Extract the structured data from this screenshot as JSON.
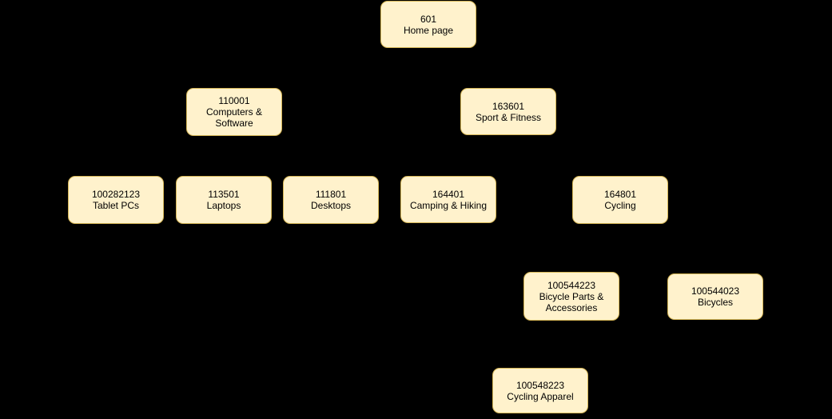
{
  "diagram": {
    "colors": {
      "background": "#000000",
      "node_fill": "#FFF2CC",
      "node_border": "#D6B656",
      "node_text": "#000000",
      "connector": "#000000"
    },
    "nodes": [
      {
        "code": "601",
        "label": "Home page"
      },
      {
        "code": "110001",
        "label": "Computers & Software"
      },
      {
        "code": "163601",
        "label": "Sport & Fitness"
      },
      {
        "code": "100282123",
        "label": "Tablet PCs"
      },
      {
        "code": "113501",
        "label": "Laptops"
      },
      {
        "code": "111801",
        "label": "Desktops"
      },
      {
        "code": "164401",
        "label": "Camping & Hiking"
      },
      {
        "code": "164801",
        "label": "Cycling"
      },
      {
        "code": "100544223",
        "label": "Bicycle Parts & Accessories"
      },
      {
        "code": "100544023",
        "label": "Bicycles"
      },
      {
        "code": "100548223",
        "label": "Cycling Apparel"
      }
    ],
    "edges": [
      {
        "from": "601",
        "to": "110001"
      },
      {
        "from": "601",
        "to": "163601"
      },
      {
        "from": "110001",
        "to": "100282123"
      },
      {
        "from": "110001",
        "to": "113501"
      },
      {
        "from": "110001",
        "to": "111801"
      },
      {
        "from": "163601",
        "to": "164401"
      },
      {
        "from": "163601",
        "to": "164801"
      },
      {
        "from": "164801",
        "to": "100544223"
      },
      {
        "from": "164801",
        "to": "100544023"
      },
      {
        "from": "100544223",
        "to": "100548223"
      }
    ]
  }
}
